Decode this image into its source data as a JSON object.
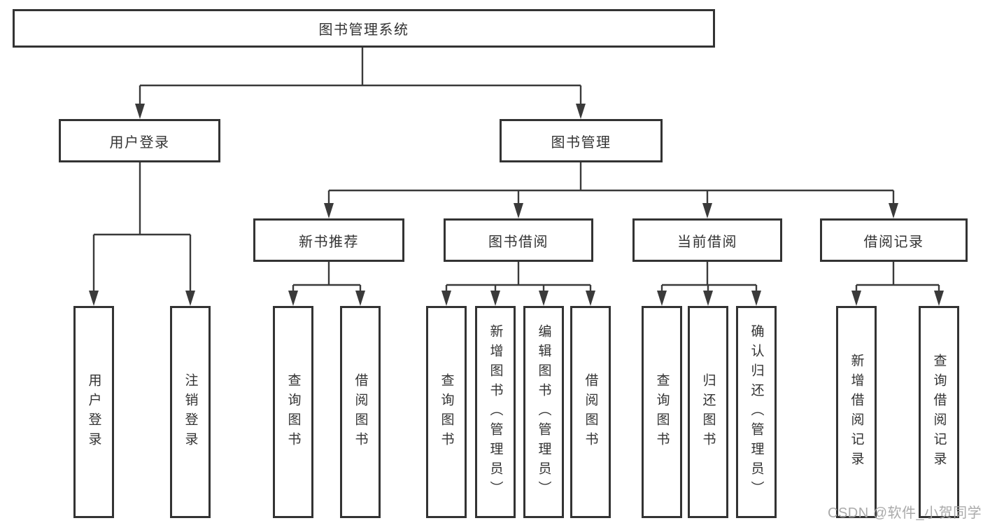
{
  "colors": {
    "line": "#3a3a3a",
    "box_border": "#333333",
    "text": "#333333",
    "background": "#ffffff",
    "watermark": "#a5a5a5"
  },
  "watermark": "CSDN @软件_小贺同学",
  "tree": {
    "root": "图书管理系统",
    "branches": [
      {
        "label": "用户登录",
        "children": [
          "用户登录",
          "注销登录"
        ]
      },
      {
        "label": "图书管理",
        "groups": [
          {
            "label": "新书推荐",
            "children": [
              "查询图书",
              "借阅图书"
            ]
          },
          {
            "label": "图书借阅",
            "children": [
              "查询图书",
              "新增图书（管理员）",
              "编辑图书（管理员）",
              "借阅图书"
            ]
          },
          {
            "label": "当前借阅",
            "children": [
              "查询图书",
              "归还图书",
              "确认归还（管理员）"
            ]
          },
          {
            "label": "借阅记录",
            "children": [
              "新增借阅记录",
              "查询借阅记录"
            ]
          }
        ]
      }
    ]
  }
}
